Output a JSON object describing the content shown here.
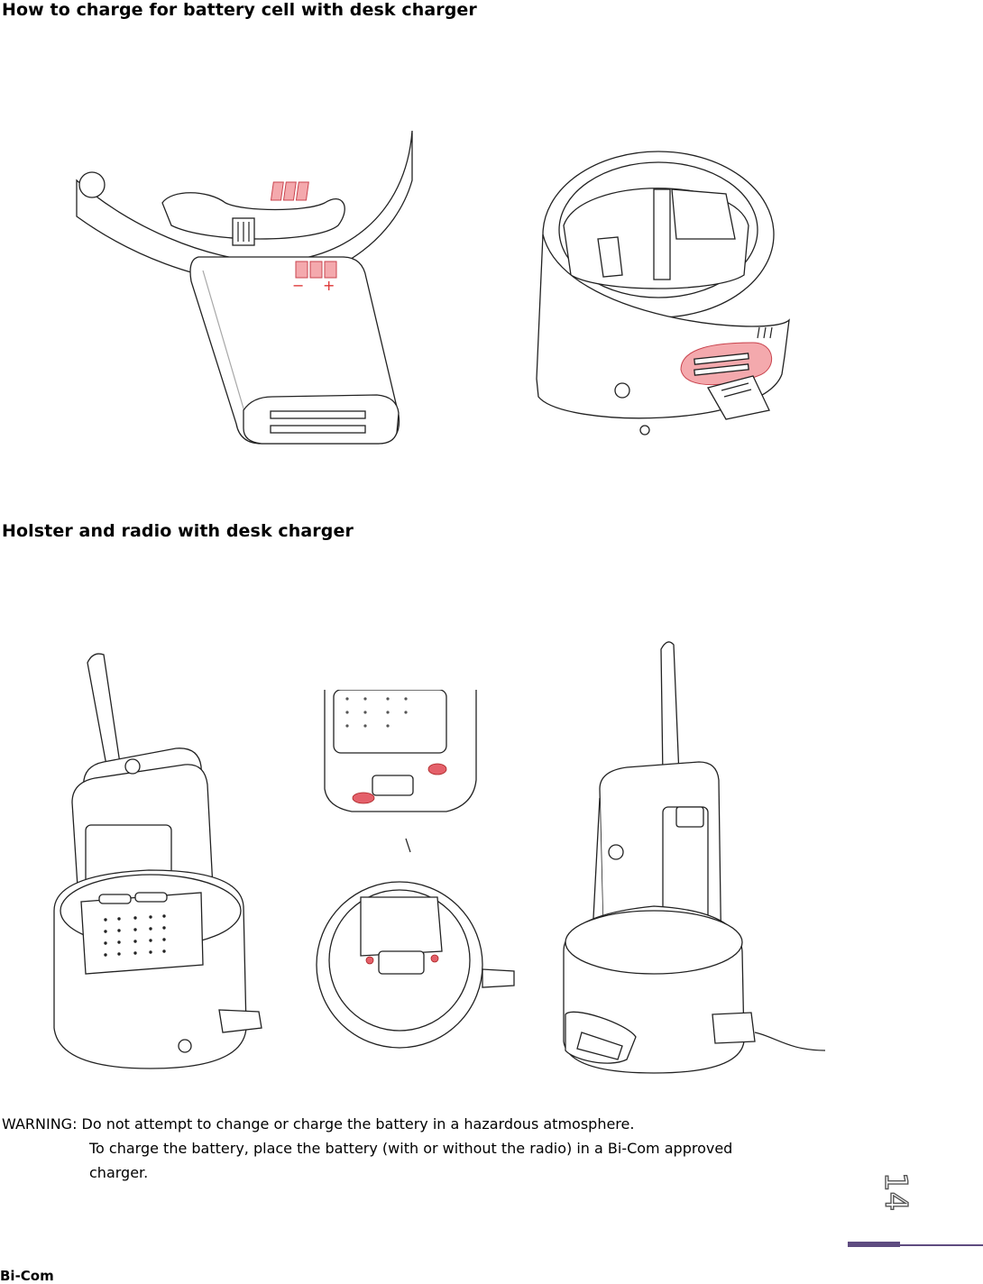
{
  "headings": {
    "charge_battery": "How to charge for battery cell with desk charger",
    "holster_radio": "Holster and radio with desk charger"
  },
  "battery_labels": {
    "minus": "−",
    "plus": "+"
  },
  "warning": {
    "prefix": "WARNING:",
    "line1": "Do not attempt to change or charge the battery in a hazardous atmosphere.",
    "line2": "To charge the battery, place the battery (with or without the radio) in a Bi-Com approved",
    "line3": "charger."
  },
  "footer": {
    "brand": "Bi-Com",
    "page_number": "14"
  },
  "colors": {
    "highlight": "#f4a9ad",
    "accent_rule": "#5e4b80"
  }
}
